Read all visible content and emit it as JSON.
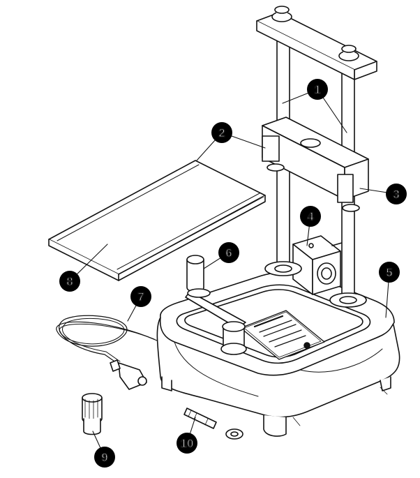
{
  "diagram": {
    "callouts": [
      {
        "id": "c1",
        "label": "1"
      },
      {
        "id": "c2",
        "label": "2"
      },
      {
        "id": "c3",
        "label": "3"
      },
      {
        "id": "c4",
        "label": "4"
      },
      {
        "id": "c5",
        "label": "5"
      },
      {
        "id": "c6",
        "label": "6"
      },
      {
        "id": "c7",
        "label": "7"
      },
      {
        "id": "c8",
        "label": "8"
      },
      {
        "id": "c9",
        "label": "9"
      },
      {
        "id": "c10",
        "label": "10"
      }
    ]
  },
  "colors": {
    "line": "#111111",
    "callout_fill": "#000000",
    "callout_text": "#ffffff",
    "background": "#ffffff"
  }
}
